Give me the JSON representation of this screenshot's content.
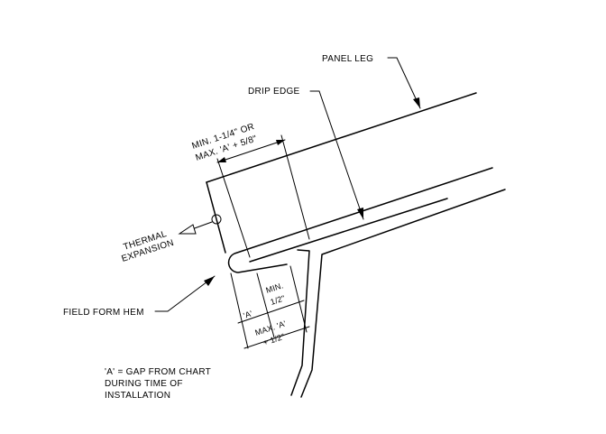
{
  "labels": {
    "panel_leg": "PANEL LEG",
    "drip_edge": "DRIP EDGE",
    "min_offset_line1": "MIN. 1-1/4\" OR",
    "min_offset_line2": "MAX. 'A' + 5/8\"",
    "thermal_line1": "THERMAL",
    "thermal_line2": "EXPANSION",
    "field_form_hem": "FIELD FORM HEM",
    "dim_a": "'A'",
    "dim_min_line1": "MIN.",
    "dim_min_line2": "1/2\"",
    "dim_max_line1": "MAX. 'A'",
    "dim_max_line2": "+ 1/2\"",
    "note_line1": "'A' = GAP FROM CHART",
    "note_line2": "DURING TIME OF",
    "note_line3": "INSTALLATION"
  }
}
